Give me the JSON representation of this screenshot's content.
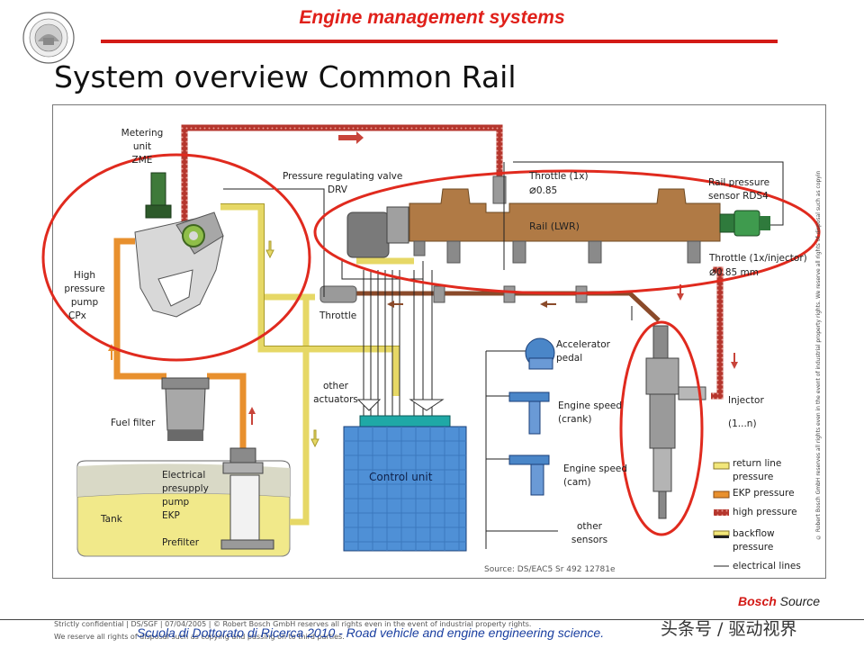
{
  "header": {
    "title": "Engine management systems",
    "slide_title": "System overview Common Rail"
  },
  "labels": {
    "metering_unit_1": "Metering",
    "metering_unit_2": "unit",
    "metering_unit_3": "ZME",
    "pressure_valve_1": "Pressure regulating valve",
    "pressure_valve_2": "DRV",
    "throttle_1x_1": "Throttle (1x)",
    "throttle_1x_2": "0.85",
    "rail_pressure_1": "Rail pressure",
    "rail_pressure_2": "sensor RDS4",
    "rail": "Rail (LWR)",
    "throttle_injector_1": "Throttle (1x/injector)",
    "throttle_injector_2": "0.85 mm",
    "hp_pump_1": "High",
    "hp_pump_2": "pressure",
    "hp_pump_3": "pump",
    "hp_pump_4": "CPx",
    "throttle": "Throttle",
    "other_actuators_1": "other",
    "other_actuators_2": "actuators",
    "accelerator_1": "Accelerator",
    "accelerator_2": "pedal",
    "engine_speed_crank_1": "Engine speed",
    "engine_speed_crank_2": "(crank)",
    "engine_speed_cam_1": "Engine speed",
    "engine_speed_cam_2": "(cam)",
    "other_sensors_1": "other",
    "other_sensors_2": "sensors",
    "injector_1": "Injector",
    "injector_2": "(1...n)",
    "fuel_filter": "Fuel filter",
    "ekp_1": "Electrical",
    "ekp_2": "presupply",
    "ekp_3": "pump",
    "ekp_4": "EKP",
    "prefilter": "Prefilter",
    "tank": "Tank",
    "control_unit": "Control unit",
    "source": "Source: DS/EAC5 Sr  492  12781e"
  },
  "legend": {
    "return_1": "return line",
    "return_2": "pressure",
    "ekp": "EKP pressure",
    "high": "high pressure",
    "backflow_1": "backflow",
    "backflow_2": "pressure",
    "electrical": "electrical lines"
  },
  "colors": {
    "return": "#f2e77a",
    "ekp": "#e8902e",
    "high": "#b5362d",
    "rail": "#b07a45",
    "tank": "#f1e98a",
    "ecu": "#4f90d6",
    "highlight": "#e02a1e",
    "sensor": "#4a86c8"
  },
  "footer": {
    "confidential": "Strictly confidential  |  DS/SGF  |  07/04/2005  |  © Robert Bosch GmbH reserves all rights even in the event of industrial property rights.",
    "reserve": "We reserve all rights of disposal such as copying and passing on to third parties.",
    "school": "Scuola di Dottorato di Ricerca 2010 -  Road vehicle and engine  engineering science.",
    "bosch_1": "Bosch",
    "bosch_2": " Source",
    "watermark": "头条号 / 驱动视界",
    "vertical_copyright": "© Robert Bosch GmbH reserves all rights even in the event of industrial property rights. We reserve all rights of disposal such as copying and passing on to third parties."
  }
}
